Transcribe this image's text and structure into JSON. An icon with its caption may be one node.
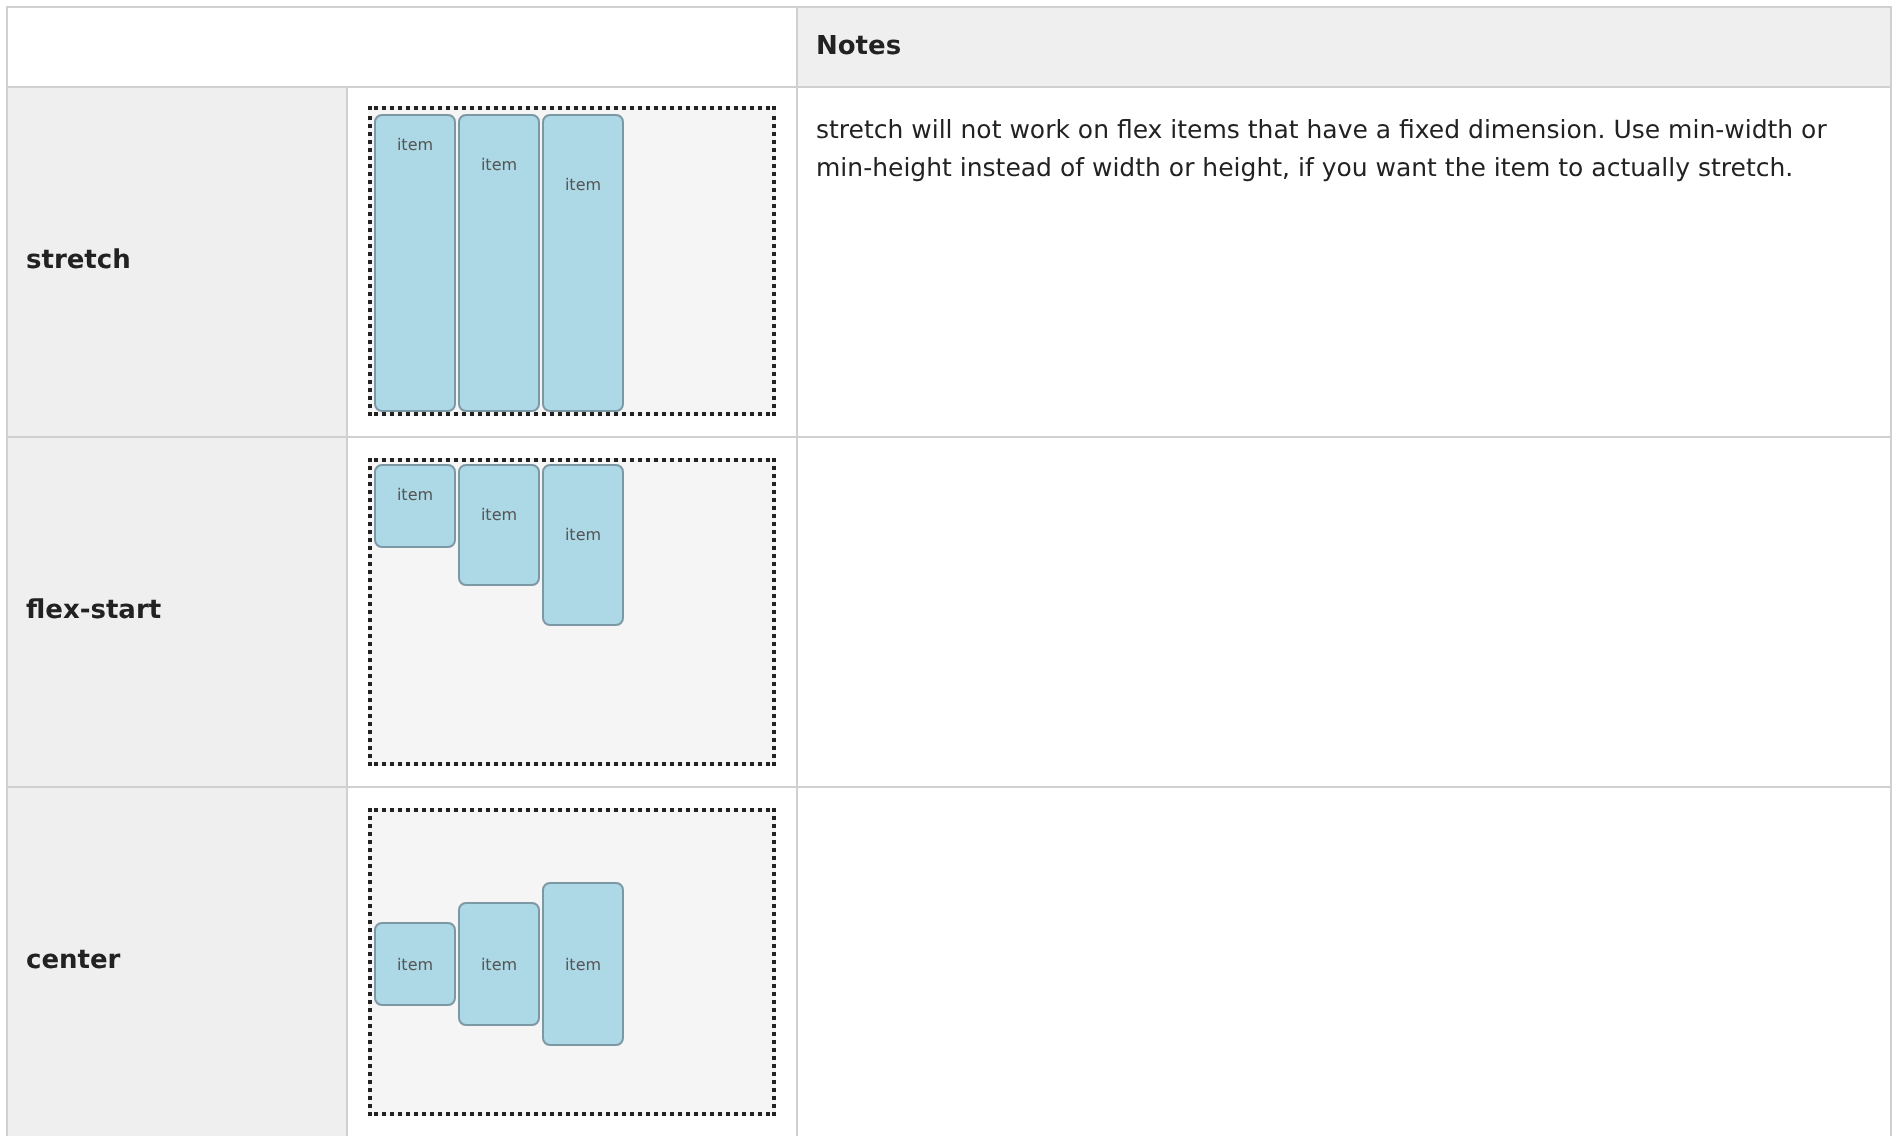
{
  "diagram": {
    "nodes": [
      {
        "text": [],
        "shape": "box"
      },
      {
        "text": [
          "item"
        ],
        "in": 0
      },
      {
        "text": [
          "item"
        ],
        "in": 0
      },
      {
        "text": [
          "item"
        ],
        "in": 0
      },
      {
        "text": [],
        "shape": "box"
      },
      {
        "text": [
          "item"
        ],
        "in": 4
      },
      {
        "text": [
          "item"
        ],
        "in": 4
      },
      {
        "text": [
          "item"
        ],
        "in": 4
      },
      {
        "text": [],
        "shape": "box"
      },
      {
        "text": [
          "item"
        ],
        "in": 8
      },
      {
        "text": [
          "item"
        ],
        "in": 8
      },
      {
        "text": [
          "item"
        ],
        "in": 8
      }
    ],
    "labels": [
      "Notes",
      "stretch",
      "stretch will not work on flex items that have a fixed dimension. Use min-width or min-height instead of width or height, if you want the item to actually stretch.",
      "flex-start",
      "center"
    ]
  }
}
